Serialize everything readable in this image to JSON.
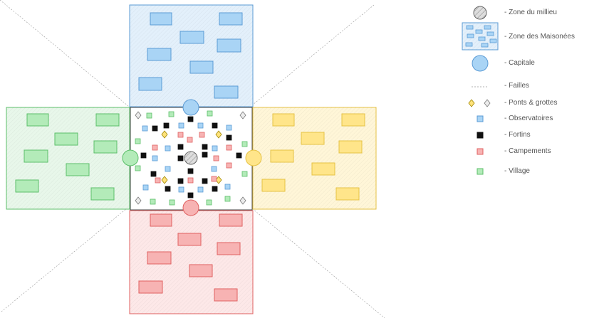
{
  "legend": {
    "center": "- Zone du millieu",
    "houses": "- Zone des Maisonées",
    "capital": "- Capitale",
    "faults": "- Failles",
    "bridges": "- Ponts & grottes",
    "observatories": "- Observatoires",
    "forts": "- Fortins",
    "camps": "- Campements",
    "village": "- Village"
  },
  "colors": {
    "blue_fill": "#a9d4f5",
    "blue_stroke": "#5b9bd5",
    "blue_zone": "#e3f0fb",
    "green_fill": "#b3ebb9",
    "green_stroke": "#5cbf6a",
    "green_zone": "#e8f7ea",
    "yellow_fill": "#ffe58a",
    "yellow_stroke": "#e6c244",
    "yellow_zone": "#fff6d8",
    "red_fill": "#f7b3b3",
    "red_stroke": "#e06060",
    "red_zone": "#fde8e8",
    "fort": "#111111",
    "bridge_yellow": "#ffe27a",
    "bridge_gray": "#ececec",
    "center_fill": "#dddddd"
  }
}
